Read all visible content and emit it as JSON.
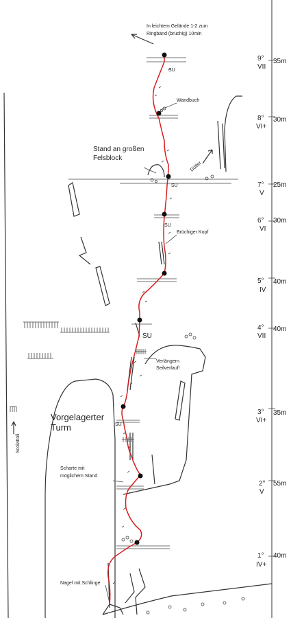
{
  "notes": {
    "exit_line1": "In leichtem Gelände 1-2 zum",
    "exit_line2": "Ringband (brüchig) 10min",
    "wandbuch": "Wandbuch",
    "stand_line1": "Stand an großen",
    "stand_line2": "Felsblock",
    "duelfer": "Dülfer",
    "bruechiger_kopf": "Brüchiger Kopf",
    "su": "SU",
    "verlaengern_line1": "Verlängern",
    "verlaengern_line2": "Seilverlauf!",
    "scharte_line1": "Scharte mit",
    "scharte_line2": "möglichem Stand",
    "nagel": "Nagel mit Schlinge",
    "tower_line1": "Vorgelagerter",
    "tower_line2": "Turm",
    "scoiattoli": "Scoiattoli"
  },
  "pitches": [
    {
      "num": "9°",
      "grade": "VII",
      "length": "35m"
    },
    {
      "num": "8°",
      "grade": "VI+",
      "length": "30m"
    },
    {
      "num": "7°",
      "grade": "V",
      "length": "25m"
    },
    {
      "num": "6°",
      "grade": "VI",
      "length": "30m"
    },
    {
      "num": "5°",
      "grade": "IV",
      "length": "40m"
    },
    {
      "num": "4°",
      "grade": "VII",
      "length": "40m"
    },
    {
      "num": "3°",
      "grade": "VI+",
      "length": "35m"
    },
    {
      "num": "2°",
      "grade": "V",
      "length": "55m"
    },
    {
      "num": "1°",
      "grade": "IV+",
      "length": "40m"
    }
  ],
  "colors": {
    "route": "#d42020",
    "ink": "#333333",
    "background": "#ffffff"
  }
}
